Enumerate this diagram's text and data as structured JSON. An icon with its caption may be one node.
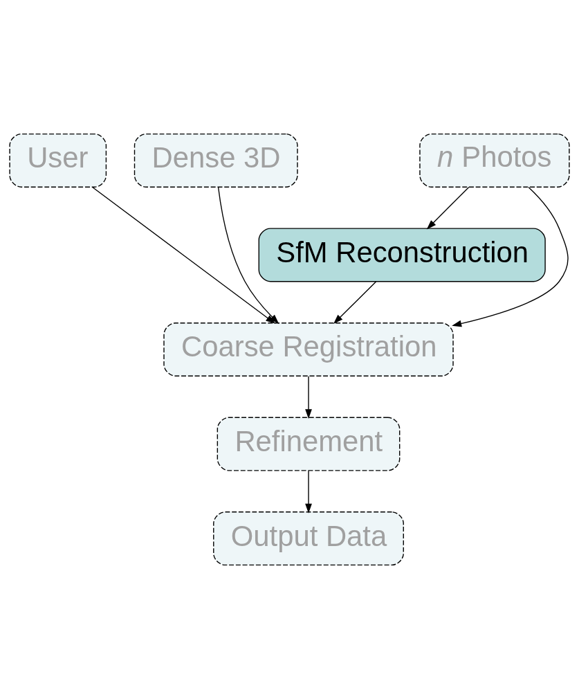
{
  "diagram": {
    "nodes": [
      {
        "text": [
          "User"
        ]
      },
      {
        "text": [
          "Dense 3D"
        ]
      },
      {
        "text": [
          "*n* Photos"
        ]
      },
      {
        "text": [
          "SfM Reconstruction"
        ]
      },
      {
        "text": [
          "Coarse Registration"
        ]
      },
      {
        "text": [
          "Refinement"
        ]
      },
      {
        "text": [
          "Output Data"
        ]
      }
    ],
    "edges": [
      {
        "from": 0,
        "to": 4,
        "arrow": "to"
      },
      {
        "from": 1,
        "to": 4,
        "arrow": "to"
      },
      {
        "from": 2,
        "to": 3,
        "arrow": "to"
      },
      {
        "from": 2,
        "to": 4,
        "arrow": "to"
      },
      {
        "from": 3,
        "to": 4,
        "arrow": "to"
      },
      {
        "from": 4,
        "to": 5,
        "arrow": "to"
      },
      {
        "from": 5,
        "to": 6,
        "arrow": "to"
      }
    ]
  }
}
